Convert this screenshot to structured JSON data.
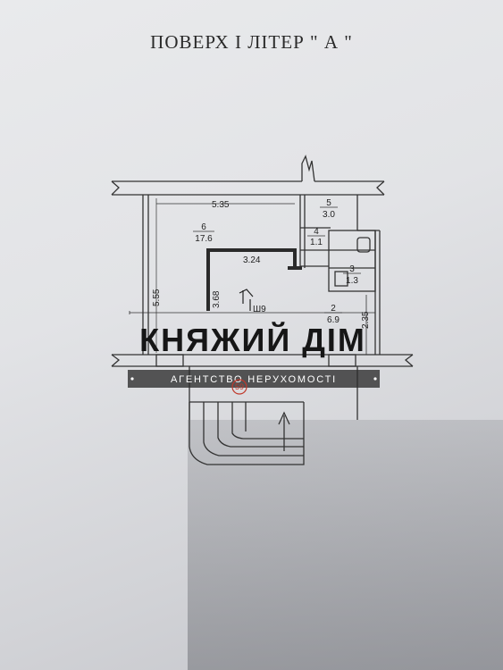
{
  "title": "ПОВЕРХ I  ЛІТЕР \" А \"",
  "dimensions": {
    "top": "5.35",
    "left": "5.55",
    "inner_top": "3.24",
    "inner_left": "3.68",
    "right": "2.35"
  },
  "rooms": [
    {
      "number": "6",
      "area": "17.6"
    },
    {
      "number": "5",
      "area": "3.0"
    },
    {
      "number": "4",
      "area": "1.1"
    },
    {
      "number": "3",
      "area": "1.3"
    },
    {
      "number": "2",
      "area": "6.9"
    }
  ],
  "stair_code": "Ш9",
  "watermark": {
    "brand": "КНЯЖИЙ ДІМ",
    "tagline": "АГЕНТСТВО НЕРУХОМОСТІ",
    "badge": "59",
    "accent_color": "#c0392b"
  },
  "colors": {
    "paper": "#e6e7ea",
    "line": "#333333"
  }
}
